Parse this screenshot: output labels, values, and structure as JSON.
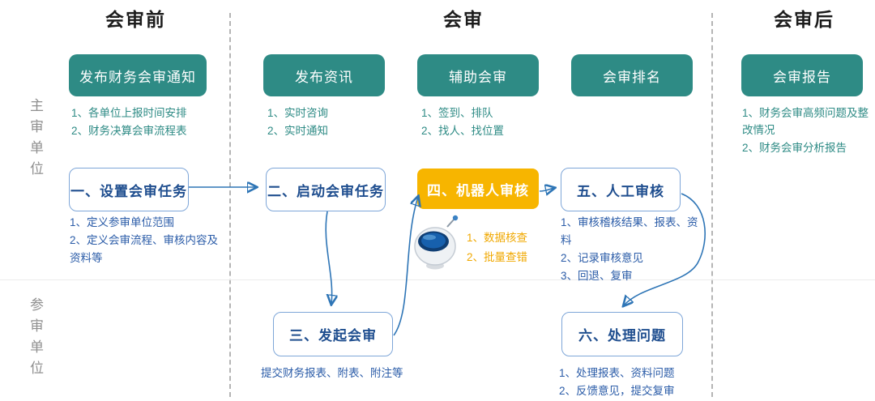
{
  "phases": [
    {
      "label": "会审前"
    },
    {
      "label": "会审"
    },
    {
      "label": "会审后"
    }
  ],
  "lanes": [
    {
      "label": "主审单位"
    },
    {
      "label": "参审单位"
    }
  ],
  "features": [
    {
      "title": "发布财务会审通知",
      "items": [
        "1、各单位上报时间安排",
        "2、财务决算会审流程表"
      ]
    },
    {
      "title": "发布资讯",
      "items": [
        "1、实时咨询",
        "2、实时通知"
      ]
    },
    {
      "title": "辅助会审",
      "items": [
        "1、签到、排队",
        "2、找人、找位置"
      ]
    },
    {
      "title": "会审排名",
      "items": []
    },
    {
      "title": "会审报告",
      "items": [
        "1、财务会审高频问题及整改情况",
        "2、财务会审分析报告"
      ]
    }
  ],
  "steps": [
    {
      "label": "一、设置会审任务",
      "notes": [
        "1、定义参审单位范围",
        "2、定义会审流程、审核内容及资料等"
      ]
    },
    {
      "label": "二、启动会审任务",
      "notes": []
    },
    {
      "label": "三、发起会审",
      "notes": [
        "提交财务报表、附表、附注等"
      ]
    },
    {
      "label": "四、机器人审核",
      "notes": [
        "1、数据核查",
        "2、批量查错"
      ]
    },
    {
      "label": "五、人工审核",
      "notes": [
        "1、审核稽核结果、报表、资料",
        "2、记录审核意见",
        "3、回退、复审"
      ]
    },
    {
      "label": "六、处理问题",
      "notes": [
        "1、处理报表、资料问题",
        "2、反馈意见，提交复审"
      ]
    }
  ],
  "flow": [
    "设置会审任务→启动会审任务",
    "启动会审任务→发起会审",
    "发起会审→机器人审核",
    "机器人审核→人工审核",
    "人工审核→处理问题"
  ],
  "icons": {
    "robot": "robot-icon"
  },
  "colors": {
    "teal": "#2E8B85",
    "orange": "#F7B500",
    "border_blue": "#7EA6D8",
    "text_blue": "#1F4E8F",
    "note_blue": "#2B5CA8",
    "note_orange": "#F0A800",
    "arrow_blue": "#2E75B6",
    "lane_gray": "#8F8F8F",
    "dash_gray": "#B5B5B5"
  }
}
